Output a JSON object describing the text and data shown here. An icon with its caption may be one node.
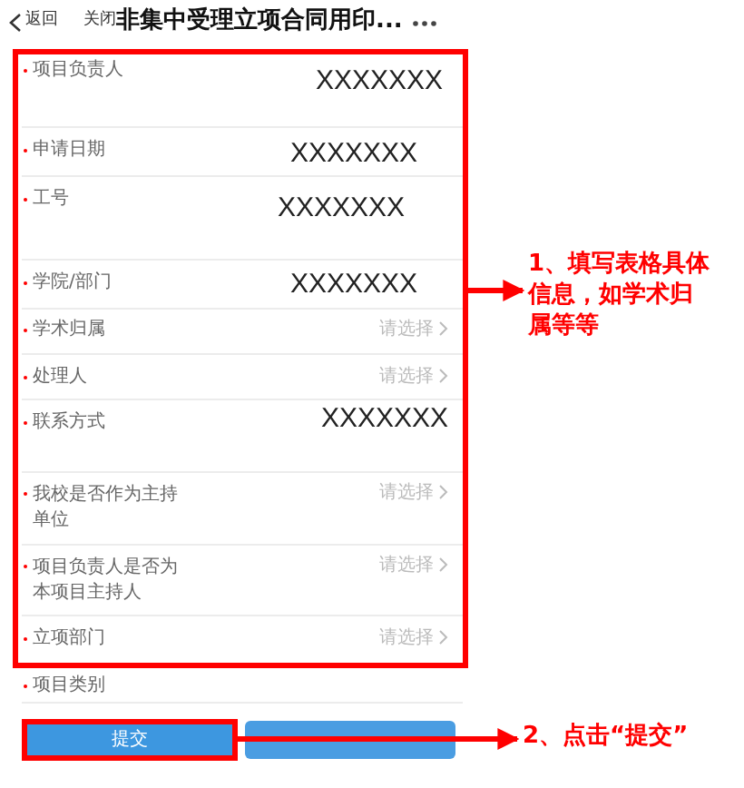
{
  "diagram": {
    "title": "非集中受理立项合同用印...",
    "nodes": [
      {
        "text": [],
        "shape": "box"
      },
      {
        "text": [
          "1、填写表格具体信息，如学术归属等等"
        ]
      },
      {
        "text": [
          "提交"
        ]
      },
      {
        "text": [
          "2、点击“提交”"
        ]
      }
    ],
    "edges": [
      {
        "from": 0,
        "to": 1,
        "arrow": "to"
      },
      {
        "from": 2,
        "to": 3,
        "arrow": "to"
      }
    ],
    "labels": [
      "返回",
      "关闭",
      "项目负责人",
      "XXXXXXX",
      "申请日期",
      "XXXXXXX",
      "工号",
      "XXXXXXX",
      "学院/部门",
      "XXXXXXX",
      "学术归属",
      "请选择",
      "处理人",
      "请选择",
      "联系方式",
      "XXXXXXX",
      "我校是否作为主持单位",
      "请选择",
      "项目负责人是否为本项目主持人",
      "请选择",
      "立项部门",
      "请选择",
      "项目类别"
    ]
  }
}
